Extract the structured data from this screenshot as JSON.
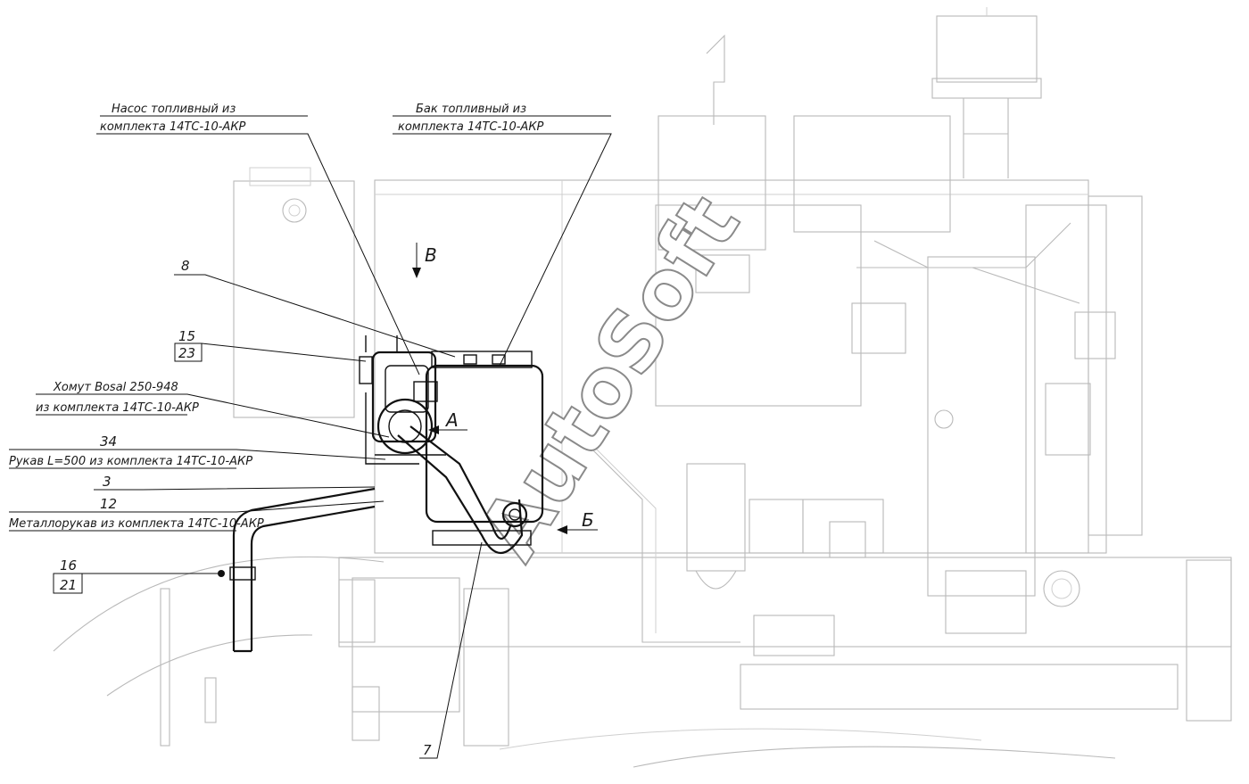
{
  "watermark": "AutoSoft",
  "callouts": {
    "pump": {
      "line1": "Насос топливный из",
      "line2": "комплекта 14ТС-10-АКР"
    },
    "tank": {
      "line1": "Бак топливный из",
      "line2": "комплекта 14ТС-10-АКР"
    },
    "clamp": {
      "line1": "Хомут Bosal 250-948",
      "line2": "из комплекта 14ТС-10-АКР"
    },
    "hose": {
      "number": "34",
      "text": "Рукав L=500 из комплекта 14ТС-10-АКР"
    },
    "metal_hose": {
      "number": "12",
      "text": "Металлорукав из комплекта 14ТС-10-АКР"
    },
    "pos_8": "8",
    "pos_15_23": {
      "top": "15",
      "bottom": "23"
    },
    "pos_3": "3",
    "pos_16_21": {
      "top": "16",
      "bottom": "21"
    },
    "pos_7": "7"
  },
  "views": {
    "a": "А",
    "b": "Б",
    "v": "В"
  }
}
